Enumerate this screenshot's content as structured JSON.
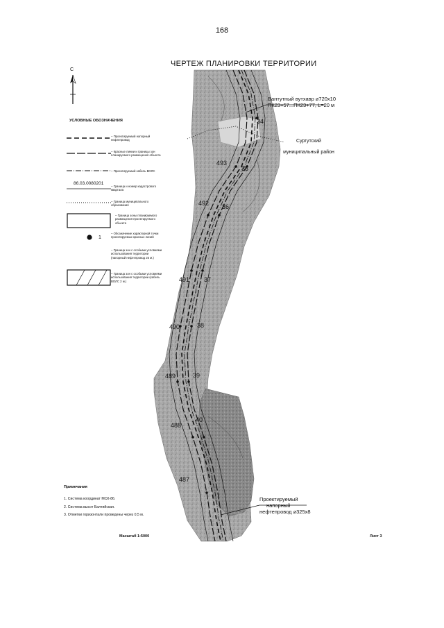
{
  "page": {
    "number": "168",
    "title": "ЧЕРТЕЖ ПЛАНИРОВКИ ТЕРРИТОРИИ"
  },
  "north": {
    "label": "С",
    "icon": "north-arrow-icon"
  },
  "legend": {
    "title": "УСЛОВНЫЕ ОБОЗНАЧЕНИЯ",
    "items": [
      {
        "symbol": "dashed-line",
        "text": "– Проектируемый напорный нефтепровод"
      },
      {
        "symbol": "long-dash-line",
        "text": "– Красные линии и границы зон планируемого размещения объекта"
      },
      {
        "symbol": "dash-dot-line",
        "text": "– Проектируемый кабель ВОЛС"
      },
      {
        "symbol": "cadastral-line",
        "label": "86.03.0080201",
        "text": "– Граница и номер кадастрового квартала"
      },
      {
        "symbol": "dotted-line",
        "text": "– Граница муниципального образования"
      },
      {
        "symbol": "rectangle",
        "text": "– Граница зоны планируемого размещения проектируемого объекта"
      },
      {
        "symbol": "dot",
        "label": "1",
        "text": "– Обозначение характерной точки проектируемых красных линий"
      },
      {
        "symbol": "none",
        "text": "– Граница зон с особыми условиями использования территории (напорный нефтепровод 25 м.)"
      },
      {
        "symbol": "hatched-rectangle",
        "text": "– Граница зон с особыми условиями использования территории (кабель ВОЛС 2 м.)"
      }
    ]
  },
  "callouts": {
    "top_line1": "Вантутный вутхавр ⌀720x10",
    "top_line2": "ПК23+57...ПК23+77, L=20 м",
    "bottom_line1": "Проектируемый",
    "bottom_line2": "напорный",
    "bottom_line3": "нефтепровод ⌀325x8"
  },
  "district": {
    "line1": "Сургутский",
    "line2": "муниципальный район"
  },
  "point_labels": [
    "34",
    "35",
    "36",
    "37",
    "38",
    "39",
    "40",
    "493",
    "492",
    "491",
    "490",
    "489",
    "488",
    "487"
  ],
  "notes": {
    "title": "Примечания",
    "items": [
      "1. Система координат МСК-86.",
      "2. Система высот Балтийская.",
      "3. Отметки горизонтали проведены через 0,5 м."
    ]
  },
  "scale": "Масштаб 1:5000",
  "sheet": "Лист 3"
}
